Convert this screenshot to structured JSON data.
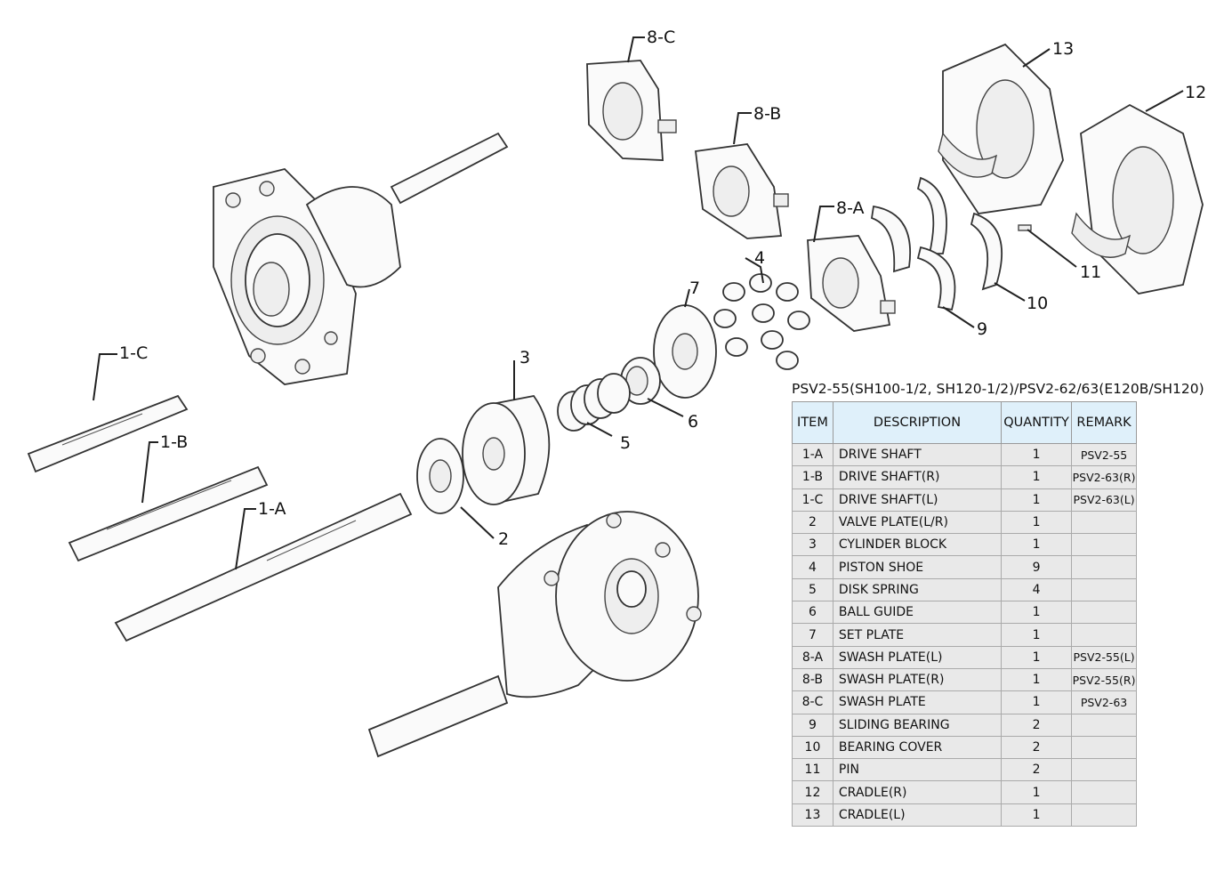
{
  "diagram": {
    "callouts": [
      "1-A",
      "1-B",
      "1-C",
      "2",
      "3",
      "4",
      "5",
      "6",
      "7",
      "8-A",
      "8-B",
      "8-C",
      "9",
      "10",
      "11",
      "12",
      "13"
    ]
  },
  "table": {
    "title": "PSV2-55(SH100-1/2, SH120-1/2)/PSV2-62/63(E120B/SH120)",
    "headers": {
      "item": "ITEM",
      "description": "DESCRIPTION",
      "quantity": "QUANTITY",
      "remark": "REMARK"
    },
    "rows": [
      {
        "item": "1-A",
        "description": "DRIVE SHAFT",
        "quantity": "1",
        "remark": "PSV2-55"
      },
      {
        "item": "1-B",
        "description": "DRIVE SHAFT(R)",
        "quantity": "1",
        "remark": "PSV2-63(R)"
      },
      {
        "item": "1-C",
        "description": "DRIVE SHAFT(L)",
        "quantity": "1",
        "remark": "PSV2-63(L)"
      },
      {
        "item": "2",
        "description": "VALVE PLATE(L/R)",
        "quantity": "1",
        "remark": ""
      },
      {
        "item": "3",
        "description": "CYLINDER BLOCK",
        "quantity": "1",
        "remark": ""
      },
      {
        "item": "4",
        "description": "PISTON SHOE",
        "quantity": "9",
        "remark": ""
      },
      {
        "item": "5",
        "description": "DISK SPRING",
        "quantity": "4",
        "remark": ""
      },
      {
        "item": "6",
        "description": "BALL GUIDE",
        "quantity": "1",
        "remark": ""
      },
      {
        "item": "7",
        "description": "SET PLATE",
        "quantity": "1",
        "remark": ""
      },
      {
        "item": "8-A",
        "description": "SWASH PLATE(L)",
        "quantity": "1",
        "remark": "PSV2-55(L)"
      },
      {
        "item": "8-B",
        "description": "SWASH PLATE(R)",
        "quantity": "1",
        "remark": "PSV2-55(R)"
      },
      {
        "item": "8-C",
        "description": "SWASH PLATE",
        "quantity": "1",
        "remark": "PSV2-63"
      },
      {
        "item": "9",
        "description": "SLIDING BEARING",
        "quantity": "2",
        "remark": ""
      },
      {
        "item": "10",
        "description": "BEARING COVER",
        "quantity": "2",
        "remark": ""
      },
      {
        "item": "11",
        "description": "PIN",
        "quantity": "2",
        "remark": ""
      },
      {
        "item": "12",
        "description": "CRADLE(R)",
        "quantity": "1",
        "remark": ""
      },
      {
        "item": "13",
        "description": "CRADLE(L)",
        "quantity": "1",
        "remark": ""
      }
    ]
  }
}
